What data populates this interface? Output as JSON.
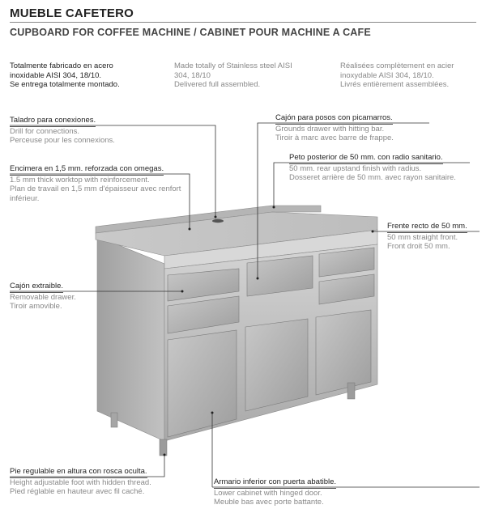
{
  "header": {
    "title": "MUEBLE CAFETERO",
    "subtitle": "CUPBOARD FOR COFFEE MACHINE / CABINET POUR MACHINE A CAFE"
  },
  "intro": {
    "es_line1": "Totalmente fabricado en acero",
    "es_line2": "inoxidable AISI 304, 18/10.",
    "es_line3": "Se entrega totalmente montado.",
    "en_line1": "Made totally of Stainless steel AISI",
    "en_line2": "304, 18/10",
    "en_line3": "Delivered full assembled.",
    "fr_line1": "Réalisées complètement en acier",
    "fr_line2": "inoxydable AISI 304, 18/10.",
    "fr_line3": "Livrés entièrement assemblées."
  },
  "callouts": {
    "drill": {
      "es": "Taladro para conexiones.",
      "en": "Drill for connections.",
      "fr": "Perceuse pour les connexions."
    },
    "worktop": {
      "es": "Encimera en 1,5 mm. reforzada con omegas.",
      "en": "1.5 mm thick worktop with reinforcement.",
      "fr": "Plan de travail en 1,5 mm d'épaisseur avec renfort inférieur."
    },
    "grounds": {
      "es": "Cajón para posos con picamarros.",
      "en": "Grounds drawer with hitting bar.",
      "fr": "Tiroir à marc avec barre de frappe."
    },
    "upstand": {
      "es": "Peto posterior de 50 mm. con radio sanitario.",
      "en": "50 mm. rear upstand finish with radius.",
      "fr": "Dosseret arrière de 50 mm. avec rayon sanitaire."
    },
    "front": {
      "es": "Frente recto de 50 mm.",
      "en": "50 mm straight front.",
      "fr": "Front droit 50 mm."
    },
    "drawer": {
      "es": "Cajón extraible.",
      "en": "Removable drawer.",
      "fr": "Tiroir amovible."
    },
    "foot": {
      "es": "Pie regulable en altura con rosca oculta.",
      "en": "Height adjustable foot with hidden thread.",
      "fr": "Pied réglable en hauteur avec fil caché."
    },
    "cabinet": {
      "es": "Armario inferior con puerta abatible.",
      "en": "Lower cabinet with hinged door.",
      "fr": "Meuble bas avec porte battante."
    }
  }
}
